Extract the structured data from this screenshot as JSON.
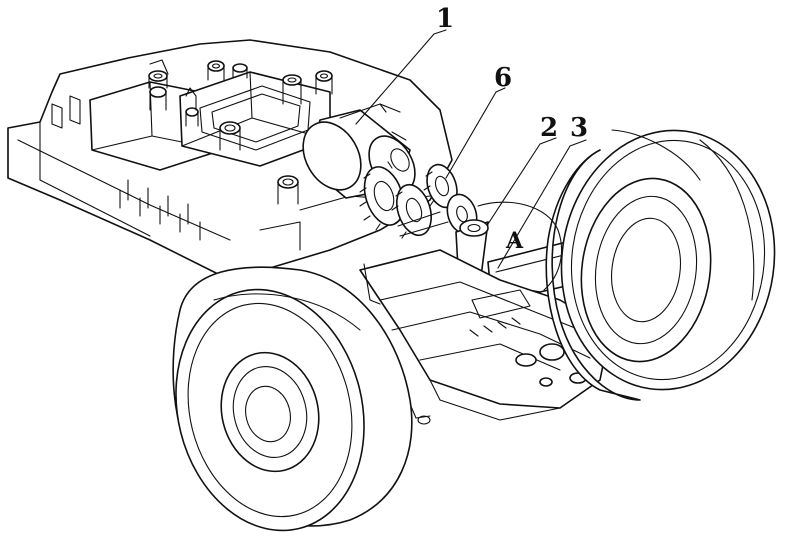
{
  "labels": {
    "part_1": "1",
    "part_6": "6",
    "part_2": "2",
    "part_3": "3",
    "detail_a": "A"
  }
}
